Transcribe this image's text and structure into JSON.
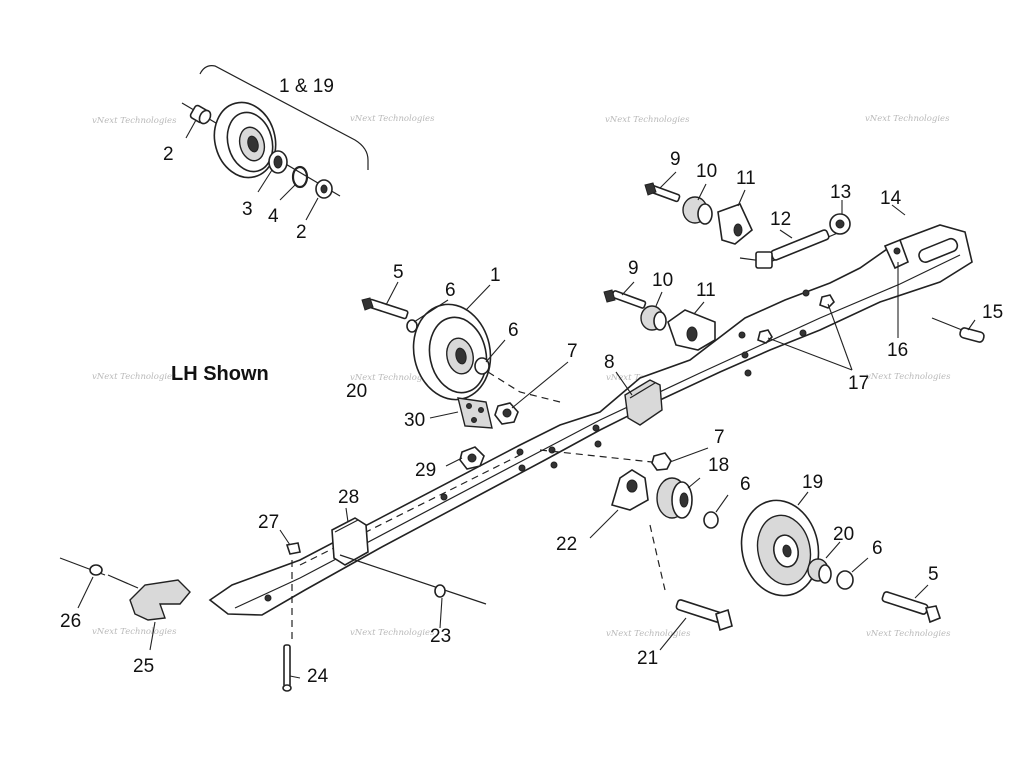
{
  "diagram": {
    "heading": "LH Shown",
    "watermark": "vNext Technologies",
    "callouts": {
      "c1_19": "1 & 19",
      "c1": "1",
      "c2a": "2",
      "c2b": "2",
      "c3": "3",
      "c4": "4",
      "c5a": "5",
      "c5b": "5",
      "c6a": "6",
      "c6b": "6",
      "c6c": "6",
      "c6d": "6",
      "c7a": "7",
      "c7b": "7",
      "c8": "8",
      "c9a": "9",
      "c9b": "9",
      "c10a": "10",
      "c10b": "10",
      "c11a": "11",
      "c11b": "11",
      "c12": "12",
      "c13": "13",
      "c14": "14",
      "c15": "15",
      "c16": "16",
      "c17": "17",
      "c18": "18",
      "c19": "19",
      "c20a": "20",
      "c20b": "20",
      "c21": "21",
      "c22": "22",
      "c23": "23",
      "c24": "24",
      "c25": "25",
      "c26": "26",
      "c27": "27",
      "c28": "28",
      "c29": "29",
      "c30": "30"
    }
  }
}
